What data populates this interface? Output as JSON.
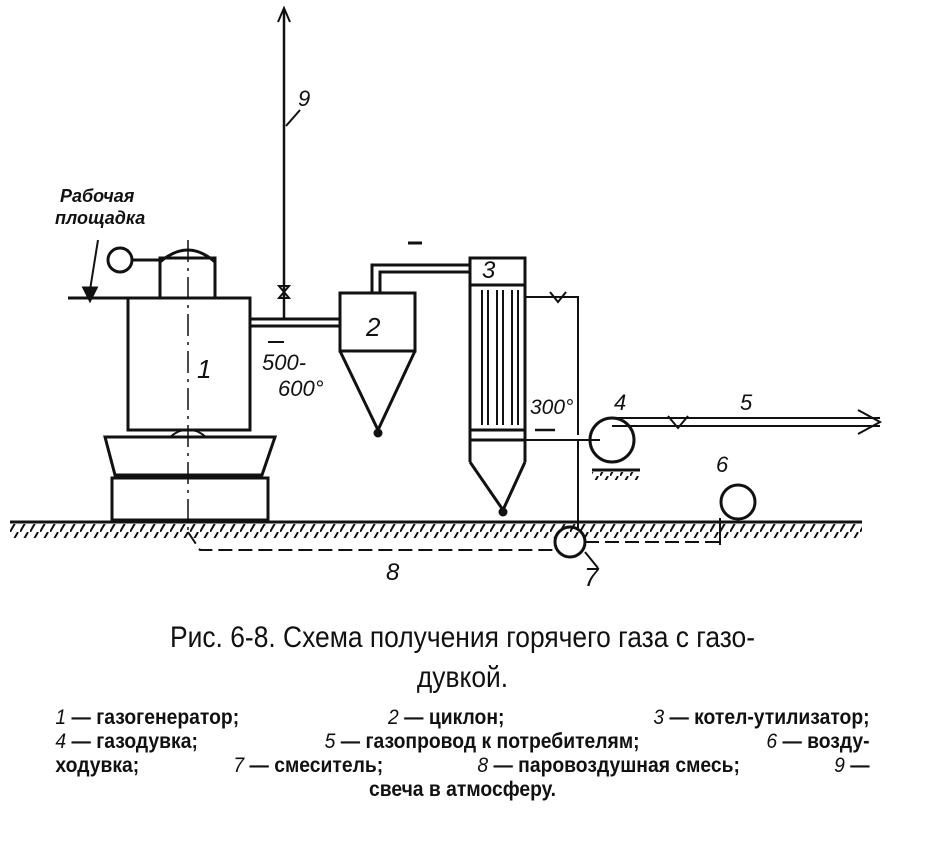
{
  "diagram": {
    "labels": {
      "platform": [
        "Рабочая",
        "площадка"
      ],
      "n1": "1",
      "n2": "2",
      "n3": "3",
      "n4": "4",
      "n5": "5",
      "n6": "6",
      "n7": "7",
      "n8": "8",
      "n9": "9",
      "temp1a": "500-",
      "temp1b": "600°",
      "temp2": "300°"
    }
  },
  "caption": {
    "title_line1": "Рис. 6-8. Схема получения горячего газа с газо-",
    "title_line2": "дувкой.",
    "legend": [
      {
        "num": "1",
        "text": "— газогенератор;"
      },
      {
        "num": "2",
        "text": "— циклон;"
      },
      {
        "num": "3",
        "text": "— котел-утилизатор;"
      },
      {
        "num": "4",
        "text": "— газодувка;"
      },
      {
        "num": "5",
        "text": "— газопровод к потребителям;"
      },
      {
        "num": "6",
        "text": "— возду-"
      },
      {
        "num": "",
        "text": "ходувка;"
      },
      {
        "num": "7",
        "text": "— смеситель;"
      },
      {
        "num": "8",
        "text": "— паровоздушная  смесь;"
      },
      {
        "num": "9",
        "text": "—"
      },
      {
        "num": "",
        "text": "свеча в атмосферу."
      }
    ]
  }
}
